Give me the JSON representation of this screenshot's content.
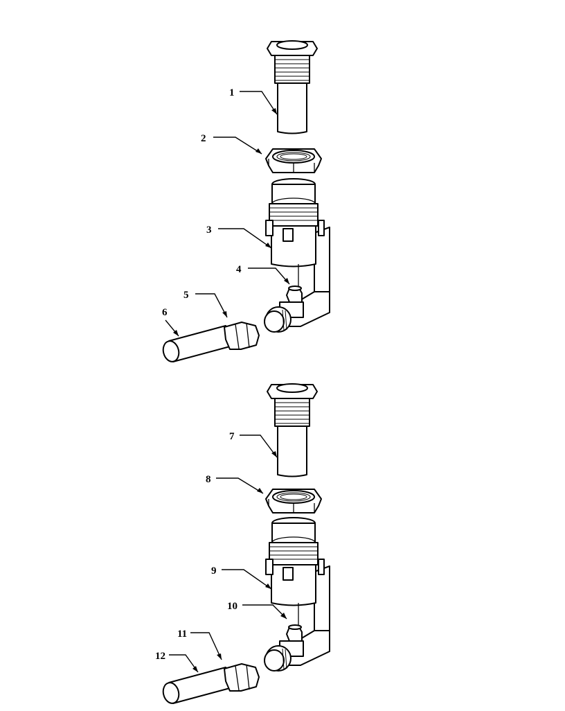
{
  "callouts": [
    {
      "label": "1"
    },
    {
      "label": "2"
    },
    {
      "label": "3"
    },
    {
      "label": "4"
    },
    {
      "label": "5"
    },
    {
      "label": "6"
    },
    {
      "label": "7"
    },
    {
      "label": "8"
    },
    {
      "label": "9"
    },
    {
      "label": "10"
    },
    {
      "label": "11"
    },
    {
      "label": "12"
    }
  ],
  "colors": {
    "line": "#000000",
    "background": "#ffffff"
  }
}
